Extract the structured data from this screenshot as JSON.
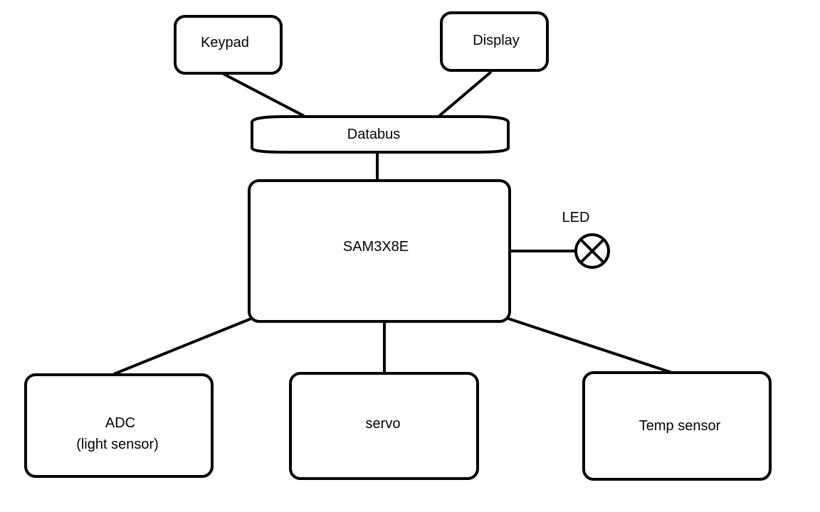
{
  "diagram": {
    "nodes": {
      "keypad": {
        "label": "Keypad"
      },
      "display": {
        "label": "Display"
      },
      "databus": {
        "label": "Databus"
      },
      "mcu": {
        "label": "SAM3X8E"
      },
      "led": {
        "label": "LED"
      },
      "adc": {
        "label_line1": "ADC",
        "label_line2": "(light sensor)"
      },
      "servo": {
        "label": "servo"
      },
      "temp": {
        "label": "Temp sensor"
      }
    },
    "edges": [
      {
        "from": "keypad",
        "to": "databus"
      },
      {
        "from": "display",
        "to": "databus"
      },
      {
        "from": "databus",
        "to": "mcu"
      },
      {
        "from": "mcu",
        "to": "led"
      },
      {
        "from": "mcu",
        "to": "adc"
      },
      {
        "from": "mcu",
        "to": "servo"
      },
      {
        "from": "mcu",
        "to": "temp"
      }
    ],
    "colors": {
      "stroke": "#000000",
      "background": "#ffffff"
    }
  }
}
